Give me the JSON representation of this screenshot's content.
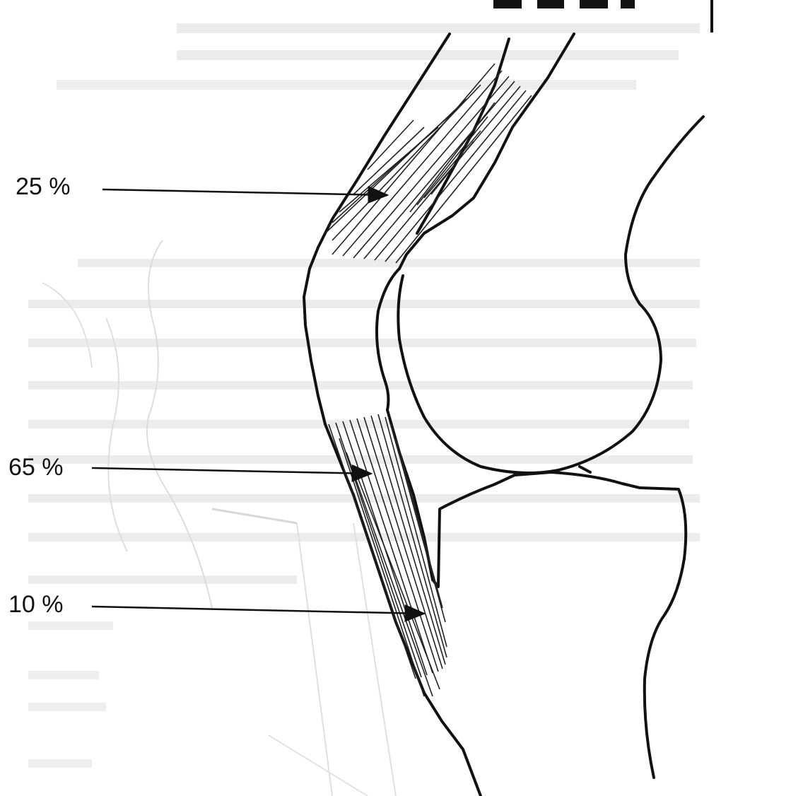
{
  "labels": [
    {
      "id": "label-25",
      "text": "25 %"
    },
    {
      "id": "label-65",
      "text": "65 %"
    },
    {
      "id": "label-10",
      "text": "10 %"
    }
  ],
  "colors": {
    "ink": "#111111",
    "paper": "#ffffff",
    "bleed_through": "#c9c9c9",
    "fiber": "#222222"
  }
}
